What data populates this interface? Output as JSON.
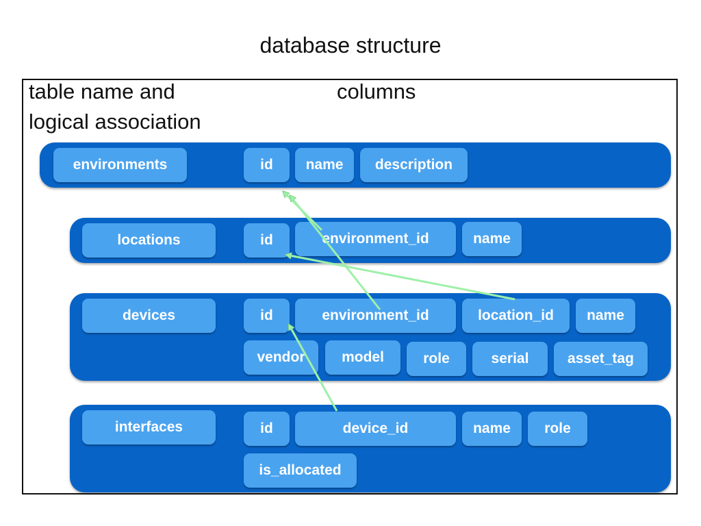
{
  "title": "database structure",
  "header": {
    "left_line1": "table name and",
    "left_line2": "logical association",
    "right": "columns"
  },
  "tables": {
    "environments": {
      "name": "environments",
      "columns": [
        "id",
        "name",
        "description"
      ]
    },
    "locations": {
      "name": "locations",
      "columns": [
        "id",
        "environment_id",
        "name"
      ]
    },
    "devices": {
      "name": "devices",
      "columns": [
        "id",
        "environment_id",
        "location_id",
        "name",
        "vendor",
        "model",
        "role",
        "serial",
        "asset_tag"
      ]
    },
    "interfaces": {
      "name": "interfaces",
      "columns": [
        "id",
        "device_id",
        "name",
        "role",
        "is_allocated"
      ]
    }
  },
  "relations": [
    {
      "from": "locations.environment_id",
      "to": "environments.id"
    },
    {
      "from": "devices.environment_id",
      "to": "environments.id"
    },
    {
      "from": "devices.location_id",
      "to": "locations.id"
    },
    {
      "from": "interfaces.device_id",
      "to": "devices.id"
    }
  ],
  "colors": {
    "band": "#0863c6",
    "pill": "#4aa3ef",
    "arrow": "#9ef0a8"
  }
}
